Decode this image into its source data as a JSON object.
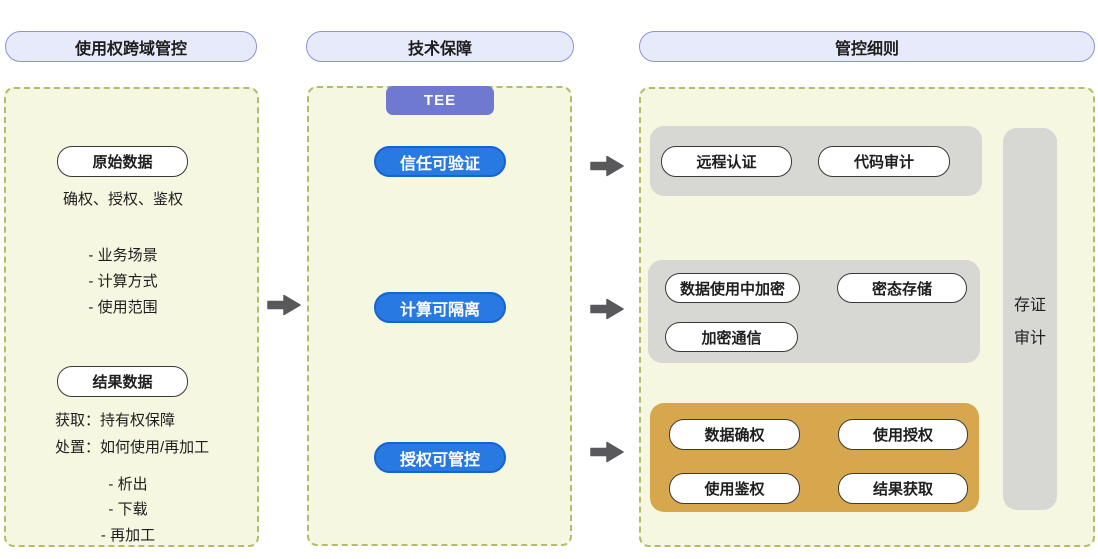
{
  "colors": {
    "header_fill": "#e7eafb",
    "header_border": "#8a92dd",
    "panel_fill": "#f5f7e1",
    "panel_border": "#b5bc69",
    "tee_badge_fill": "#6f79d0",
    "capability_blue": "#2879e2",
    "group_gray": "#d7d7d4",
    "group_gold": "#d7a74d",
    "arrow_gray": "#59595b"
  },
  "col1": {
    "header": "使用权跨域管控",
    "raw_data": {
      "title": "原始数据",
      "subtitle": "确权、授权、鉴权",
      "items": [
        "- 业务场景",
        "- 计算方式",
        "- 使用范围"
      ]
    },
    "result_data": {
      "title": "结果数据",
      "line1": "获取：持有权保障",
      "line2": "处置：如何使用/再加工",
      "items": [
        "- 析出",
        "- 下载",
        "- 再加工"
      ]
    }
  },
  "col2": {
    "header": "技术保障",
    "tee_badge": "TEE",
    "capabilities": [
      "信任可验证",
      "计算可隔离",
      "授权可管控"
    ]
  },
  "col3": {
    "header": "管控细则",
    "trust_panel": {
      "items": [
        "远程认证",
        "代码审计"
      ]
    },
    "isolation_panel": {
      "items": [
        "数据使用中加密",
        "密态存储",
        "加密通信"
      ]
    },
    "authorization_panel": {
      "items": [
        "数据确权",
        "使用授权",
        "使用鉴权",
        "结果获取"
      ]
    },
    "evidence_panel": {
      "lines": [
        "存证",
        "审计"
      ]
    }
  }
}
